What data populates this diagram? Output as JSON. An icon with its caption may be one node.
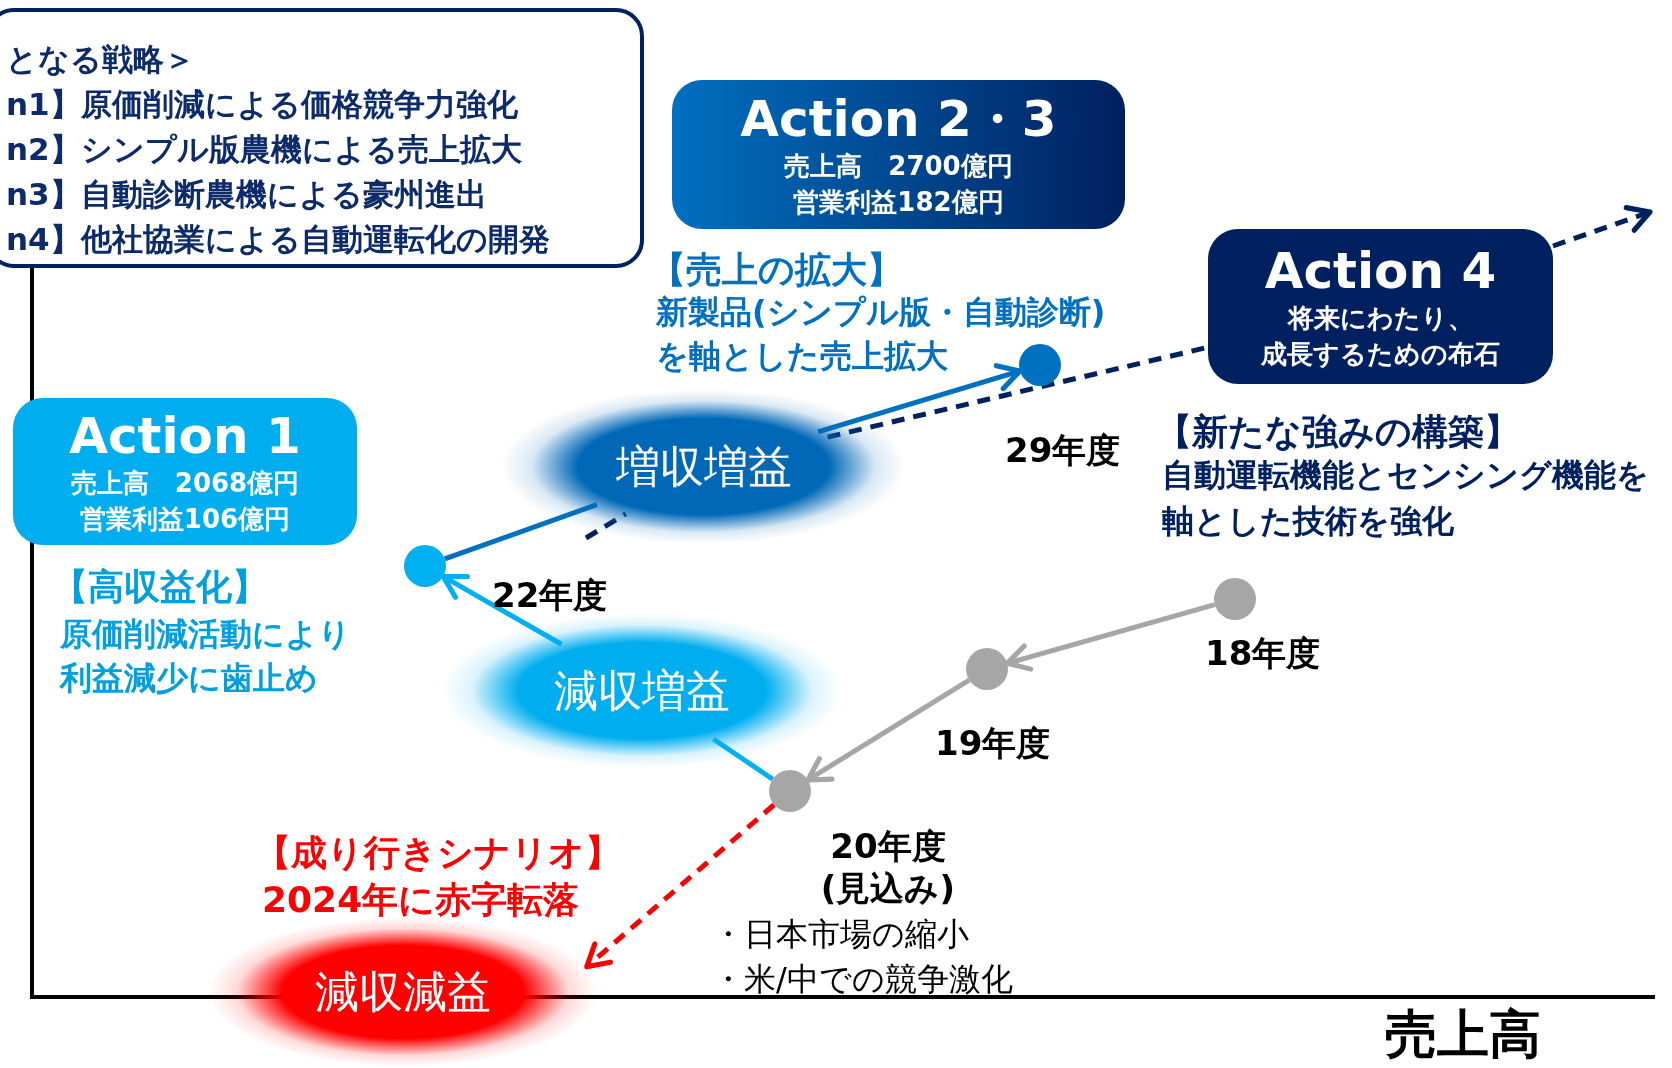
{
  "diagram": {
    "nodes": [
      {
        "text": [
          "となる戦略＞",
          "n1】原価削減による価格競争力強化",
          "n2】シンプル版農機による売上拡大",
          "n3】自動診断農機による豪州進出",
          "n4】他社協業による自動運転化の開発"
        ]
      },
      {
        "text": [
          "Action 1",
          "売上高　2068億円",
          "営業利益106億円"
        ],
        "beside": [
          "【高収益化】",
          "原価削減活動により利益減少に歯止め"
        ]
      },
      {
        "text": [
          "Action 2・3",
          "売上高　2700億円",
          "営業利益182億円"
        ],
        "beside": [
          "【売上の拡大】",
          "新製品(シンプル版・自動診断)を軸とした売上拡大"
        ]
      },
      {
        "text": [
          "Action 4",
          "将来にわたり、成長するための布石"
        ],
        "beside": [
          "【新たな強みの構築】",
          "自動運転機能とセンシング機能を軸とした技術を強化"
        ]
      },
      {
        "text": [],
        "shape": "circle",
        "beside": [
          "18年度"
        ]
      },
      {
        "text": [],
        "shape": "circle",
        "beside": [
          "19年度"
        ]
      },
      {
        "text": [],
        "shape": "circle",
        "beside": [
          "20年度 (見込み)",
          "・日本市場の縮小",
          "・米/中での競争激化"
        ]
      },
      {
        "text": [],
        "shape": "circle"
      },
      {
        "text": [],
        "shape": "circle",
        "beside": [
          "29年度"
        ]
      },
      {
        "text": [
          "増収増益"
        ]
      },
      {
        "text": [
          "減収増益"
        ]
      },
      {
        "text": [
          "減収減益"
        ],
        "beside": [
          "【成り行きシナリオ】",
          "2024年に赤字転落"
        ]
      }
    ],
    "edges": [
      {
        "from": 4,
        "to": 5,
        "arrow": "to",
        "color": "#a6a6a6"
      },
      {
        "from": 5,
        "to": 6,
        "arrow": "to",
        "color": "#a6a6a6"
      },
      {
        "from": 6,
        "to": 10,
        "arrow": "none",
        "color": "#00b0f0"
      },
      {
        "from": 10,
        "to": 7,
        "arrow": "to",
        "color": "#00b0f0"
      },
      {
        "from": 7,
        "to": 9,
        "arrow": "none",
        "color": "#0070c0"
      },
      {
        "from": 9,
        "to": 8,
        "arrow": "to",
        "color": "#0070c0"
      },
      {
        "from": null,
        "to": 9,
        "arrow": "none",
        "style": "dashed",
        "color": "#002060"
      },
      {
        "from": 9,
        "to": 3,
        "arrow": "none",
        "style": "dashed",
        "color": "#002060"
      },
      {
        "from": 3,
        "to": null,
        "arrow": "to",
        "style": "dashed",
        "color": "#002060"
      },
      {
        "from": 6,
        "to": 11,
        "arrow": "to",
        "style": "dashed",
        "color": "#ff0000"
      }
    ],
    "labels": [
      "22年度",
      "売上高"
    ]
  }
}
